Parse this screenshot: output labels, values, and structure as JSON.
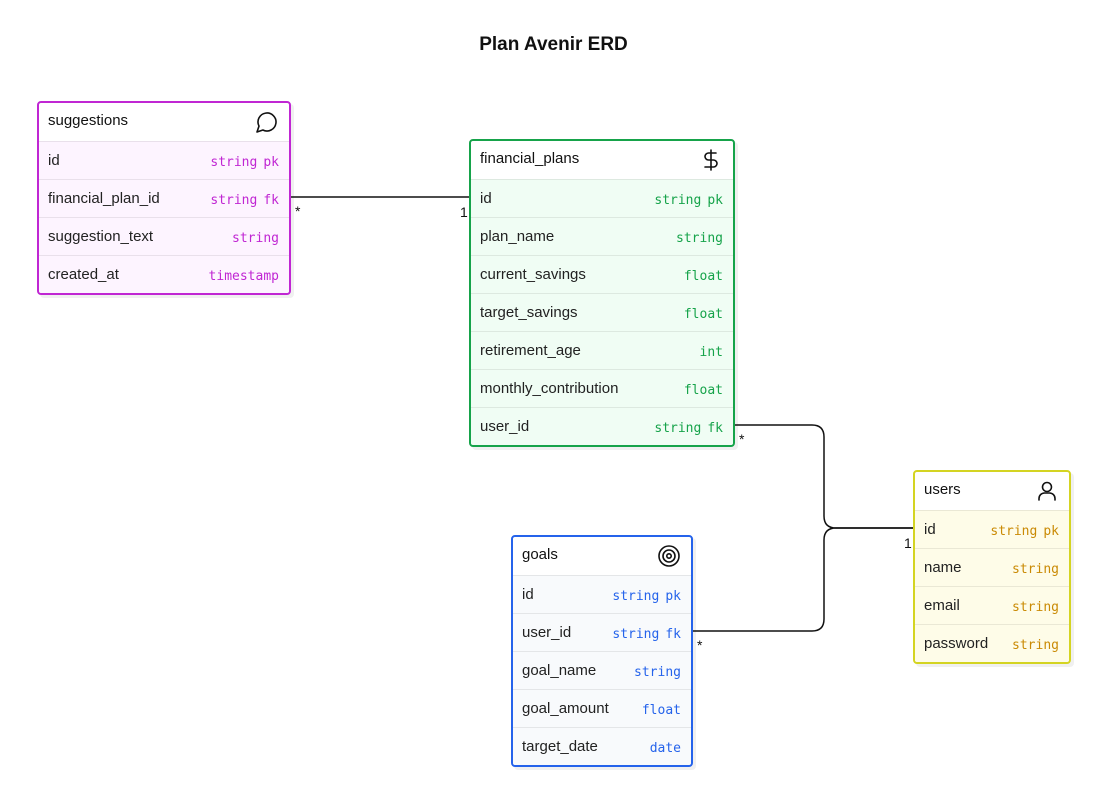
{
  "title": "Plan Avenir ERD",
  "entities": {
    "suggestions": {
      "name": "suggestions",
      "icon": "chat-bubble-icon",
      "color": "#c026d3",
      "fill": "#fdf4ff",
      "fields": [
        {
          "name": "id",
          "type": "string",
          "key": "pk"
        },
        {
          "name": "financial_plan_id",
          "type": "string",
          "key": "fk"
        },
        {
          "name": "suggestion_text",
          "type": "string",
          "key": ""
        },
        {
          "name": "created_at",
          "type": "timestamp",
          "key": ""
        }
      ]
    },
    "financial_plans": {
      "name": "financial_plans",
      "icon": "dollar-icon",
      "color": "#16a34a",
      "fill": "#f0fdf4",
      "fields": [
        {
          "name": "id",
          "type": "string",
          "key": "pk"
        },
        {
          "name": "plan_name",
          "type": "string",
          "key": ""
        },
        {
          "name": "current_savings",
          "type": "float",
          "key": ""
        },
        {
          "name": "target_savings",
          "type": "float",
          "key": ""
        },
        {
          "name": "retirement_age",
          "type": "int",
          "key": ""
        },
        {
          "name": "monthly_contribution",
          "type": "float",
          "key": ""
        },
        {
          "name": "user_id",
          "type": "string",
          "key": "fk"
        }
      ]
    },
    "users": {
      "name": "users",
      "icon": "user-icon",
      "color": "#ca8a04",
      "border": "#d4d422",
      "fill": "#fefce8",
      "fields": [
        {
          "name": "id",
          "type": "string",
          "key": "pk"
        },
        {
          "name": "name",
          "type": "string",
          "key": ""
        },
        {
          "name": "email",
          "type": "string",
          "key": ""
        },
        {
          "name": "password",
          "type": "string",
          "key": ""
        }
      ]
    },
    "goals": {
      "name": "goals",
      "icon": "target-icon",
      "color": "#2563eb",
      "fill": "#f8fafc",
      "fields": [
        {
          "name": "id",
          "type": "string",
          "key": "pk"
        },
        {
          "name": "user_id",
          "type": "string",
          "key": "fk"
        },
        {
          "name": "goal_name",
          "type": "string",
          "key": ""
        },
        {
          "name": "goal_amount",
          "type": "float",
          "key": ""
        },
        {
          "name": "target_date",
          "type": "date",
          "key": ""
        }
      ]
    }
  },
  "relations": [
    {
      "from": "suggestions.financial_plan_id",
      "to": "financial_plans.id",
      "from_card": "*",
      "to_card": "1"
    },
    {
      "from": "financial_plans.user_id",
      "to": "users.id",
      "from_card": "*",
      "to_card": "1"
    },
    {
      "from": "goals.user_id",
      "to": "users.id",
      "from_card": "*",
      "to_card": "1"
    }
  ]
}
